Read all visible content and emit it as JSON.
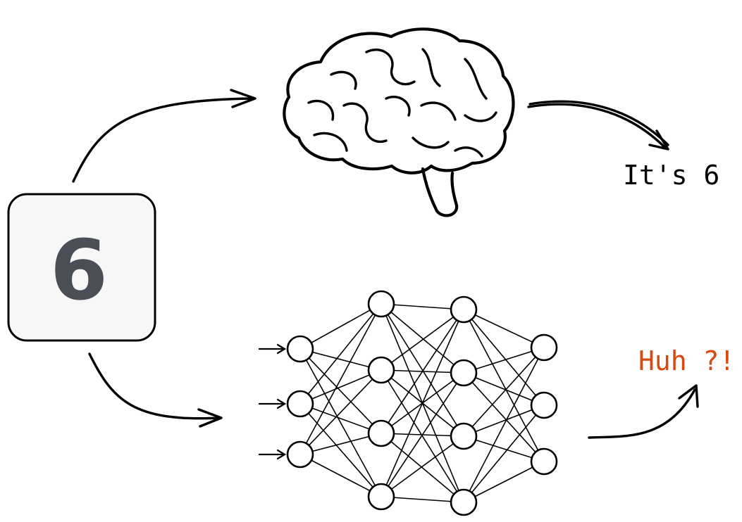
{
  "input": {
    "digit": "6"
  },
  "brain": {
    "output_label": "It's 6"
  },
  "network": {
    "output_label": "Huh ?!",
    "layers": [
      3,
      4,
      4,
      3
    ]
  },
  "colors": {
    "stroke": "#000000",
    "digit": "#4a4f57",
    "box_fill": "#f7f7f7",
    "confused": "#d9480f"
  }
}
